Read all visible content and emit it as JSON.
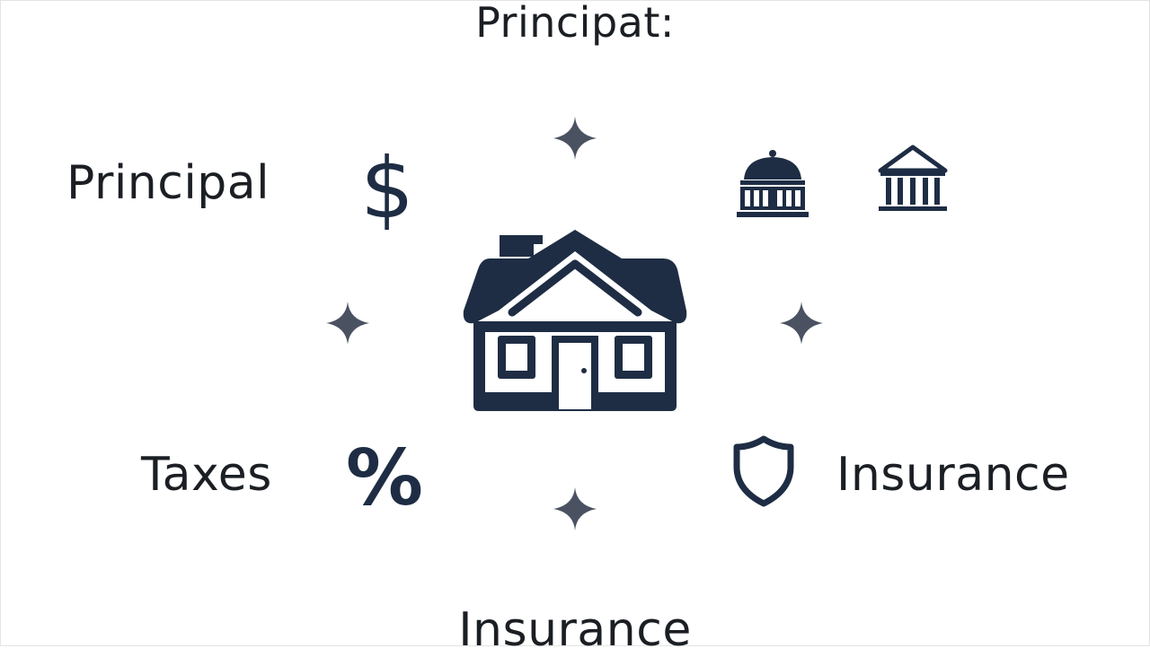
{
  "labels": {
    "top": "Principat:",
    "principal": "Principal",
    "taxes": "Taxes",
    "insurance": "Insurance",
    "bottom": "Insurance"
  },
  "symbols": {
    "dollar": "$",
    "percent": "%"
  },
  "icons": [
    "house-icon",
    "dollar-icon",
    "percent-icon",
    "shield-icon",
    "dome-bank-icon",
    "bank-icon",
    "sparkle-icon"
  ],
  "colors": {
    "navy": "#1e2d44",
    "sparkle": "#4a5262",
    "text": "#1b1f24",
    "background": "#ffffff"
  }
}
